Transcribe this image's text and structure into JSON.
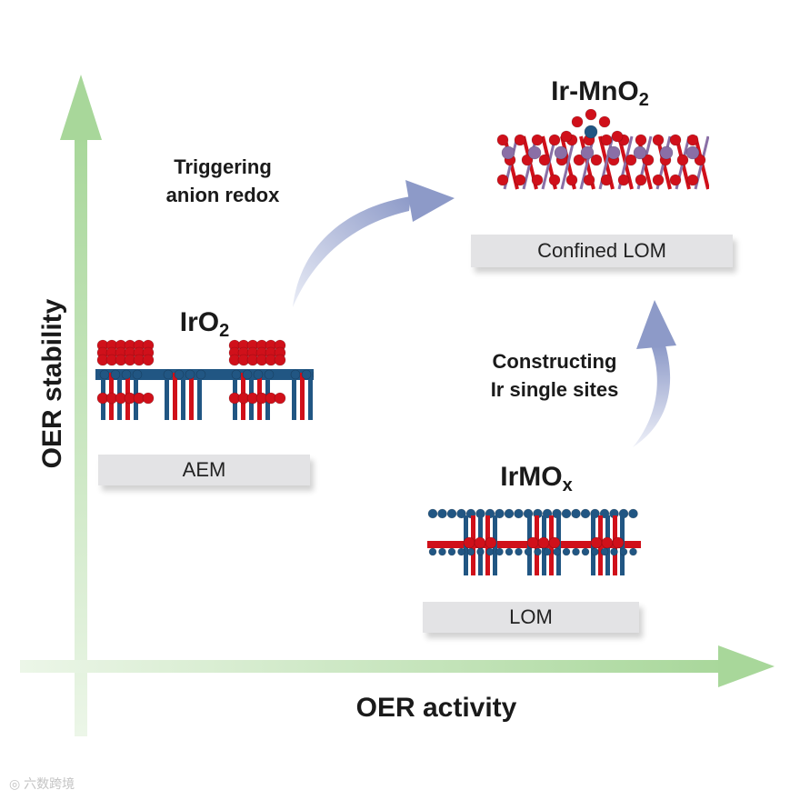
{
  "axes": {
    "x_label": "OER activity",
    "y_label": "OER stability"
  },
  "structures": [
    {
      "id": "iro2",
      "name_base": "IrO",
      "name_sub": "2",
      "mechanism": "AEM"
    },
    {
      "id": "irmox",
      "name_base": "IrMO",
      "name_sub": "x",
      "mechanism": "LOM"
    },
    {
      "id": "ir-mno2",
      "name_base": "Ir-MnO",
      "name_sub": "2",
      "mechanism": "Confined LOM"
    }
  ],
  "transitions": [
    {
      "id": "t1",
      "from": "iro2",
      "to": "ir-mno2",
      "line1": "Triggering",
      "line2": "anion redox"
    },
    {
      "id": "t2",
      "from": "irmox",
      "to": "ir-mno2",
      "line1": "Constructing",
      "line2": "Ir single sites"
    }
  ],
  "colors": {
    "axis": "#a8d79a",
    "arrow": "#8d9ac8",
    "oxygen": "#d0101a",
    "iridium": "#215683",
    "manganese": "#8a6fa6"
  },
  "watermark": "六数跨境"
}
